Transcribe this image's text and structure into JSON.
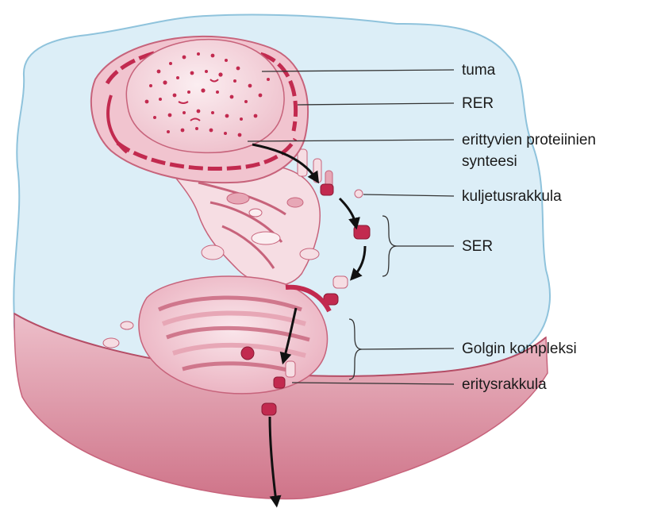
{
  "labels": {
    "tuma": "tuma",
    "rer": "RER",
    "synthesis_line1": "erittyvien proteiinien",
    "synthesis_line2": "synteesi",
    "kuljetusrakkula": "kuljetusrakkula",
    "ser": "SER",
    "golgi": "Golgin kompleksi",
    "eritysrakkula": "eritysrakkula"
  },
  "colors": {
    "cytoplasm": "#dceef7",
    "cell_outline": "#8fc3dc",
    "membrane_face": "#e9b2bf",
    "membrane_edge": "#c7637b",
    "organelle_light": "#f6dde3",
    "organelle_mid": "#e7a7b6",
    "organelle_dark": "#c22a4f",
    "arrow": "#111111",
    "leader": "#333333"
  }
}
